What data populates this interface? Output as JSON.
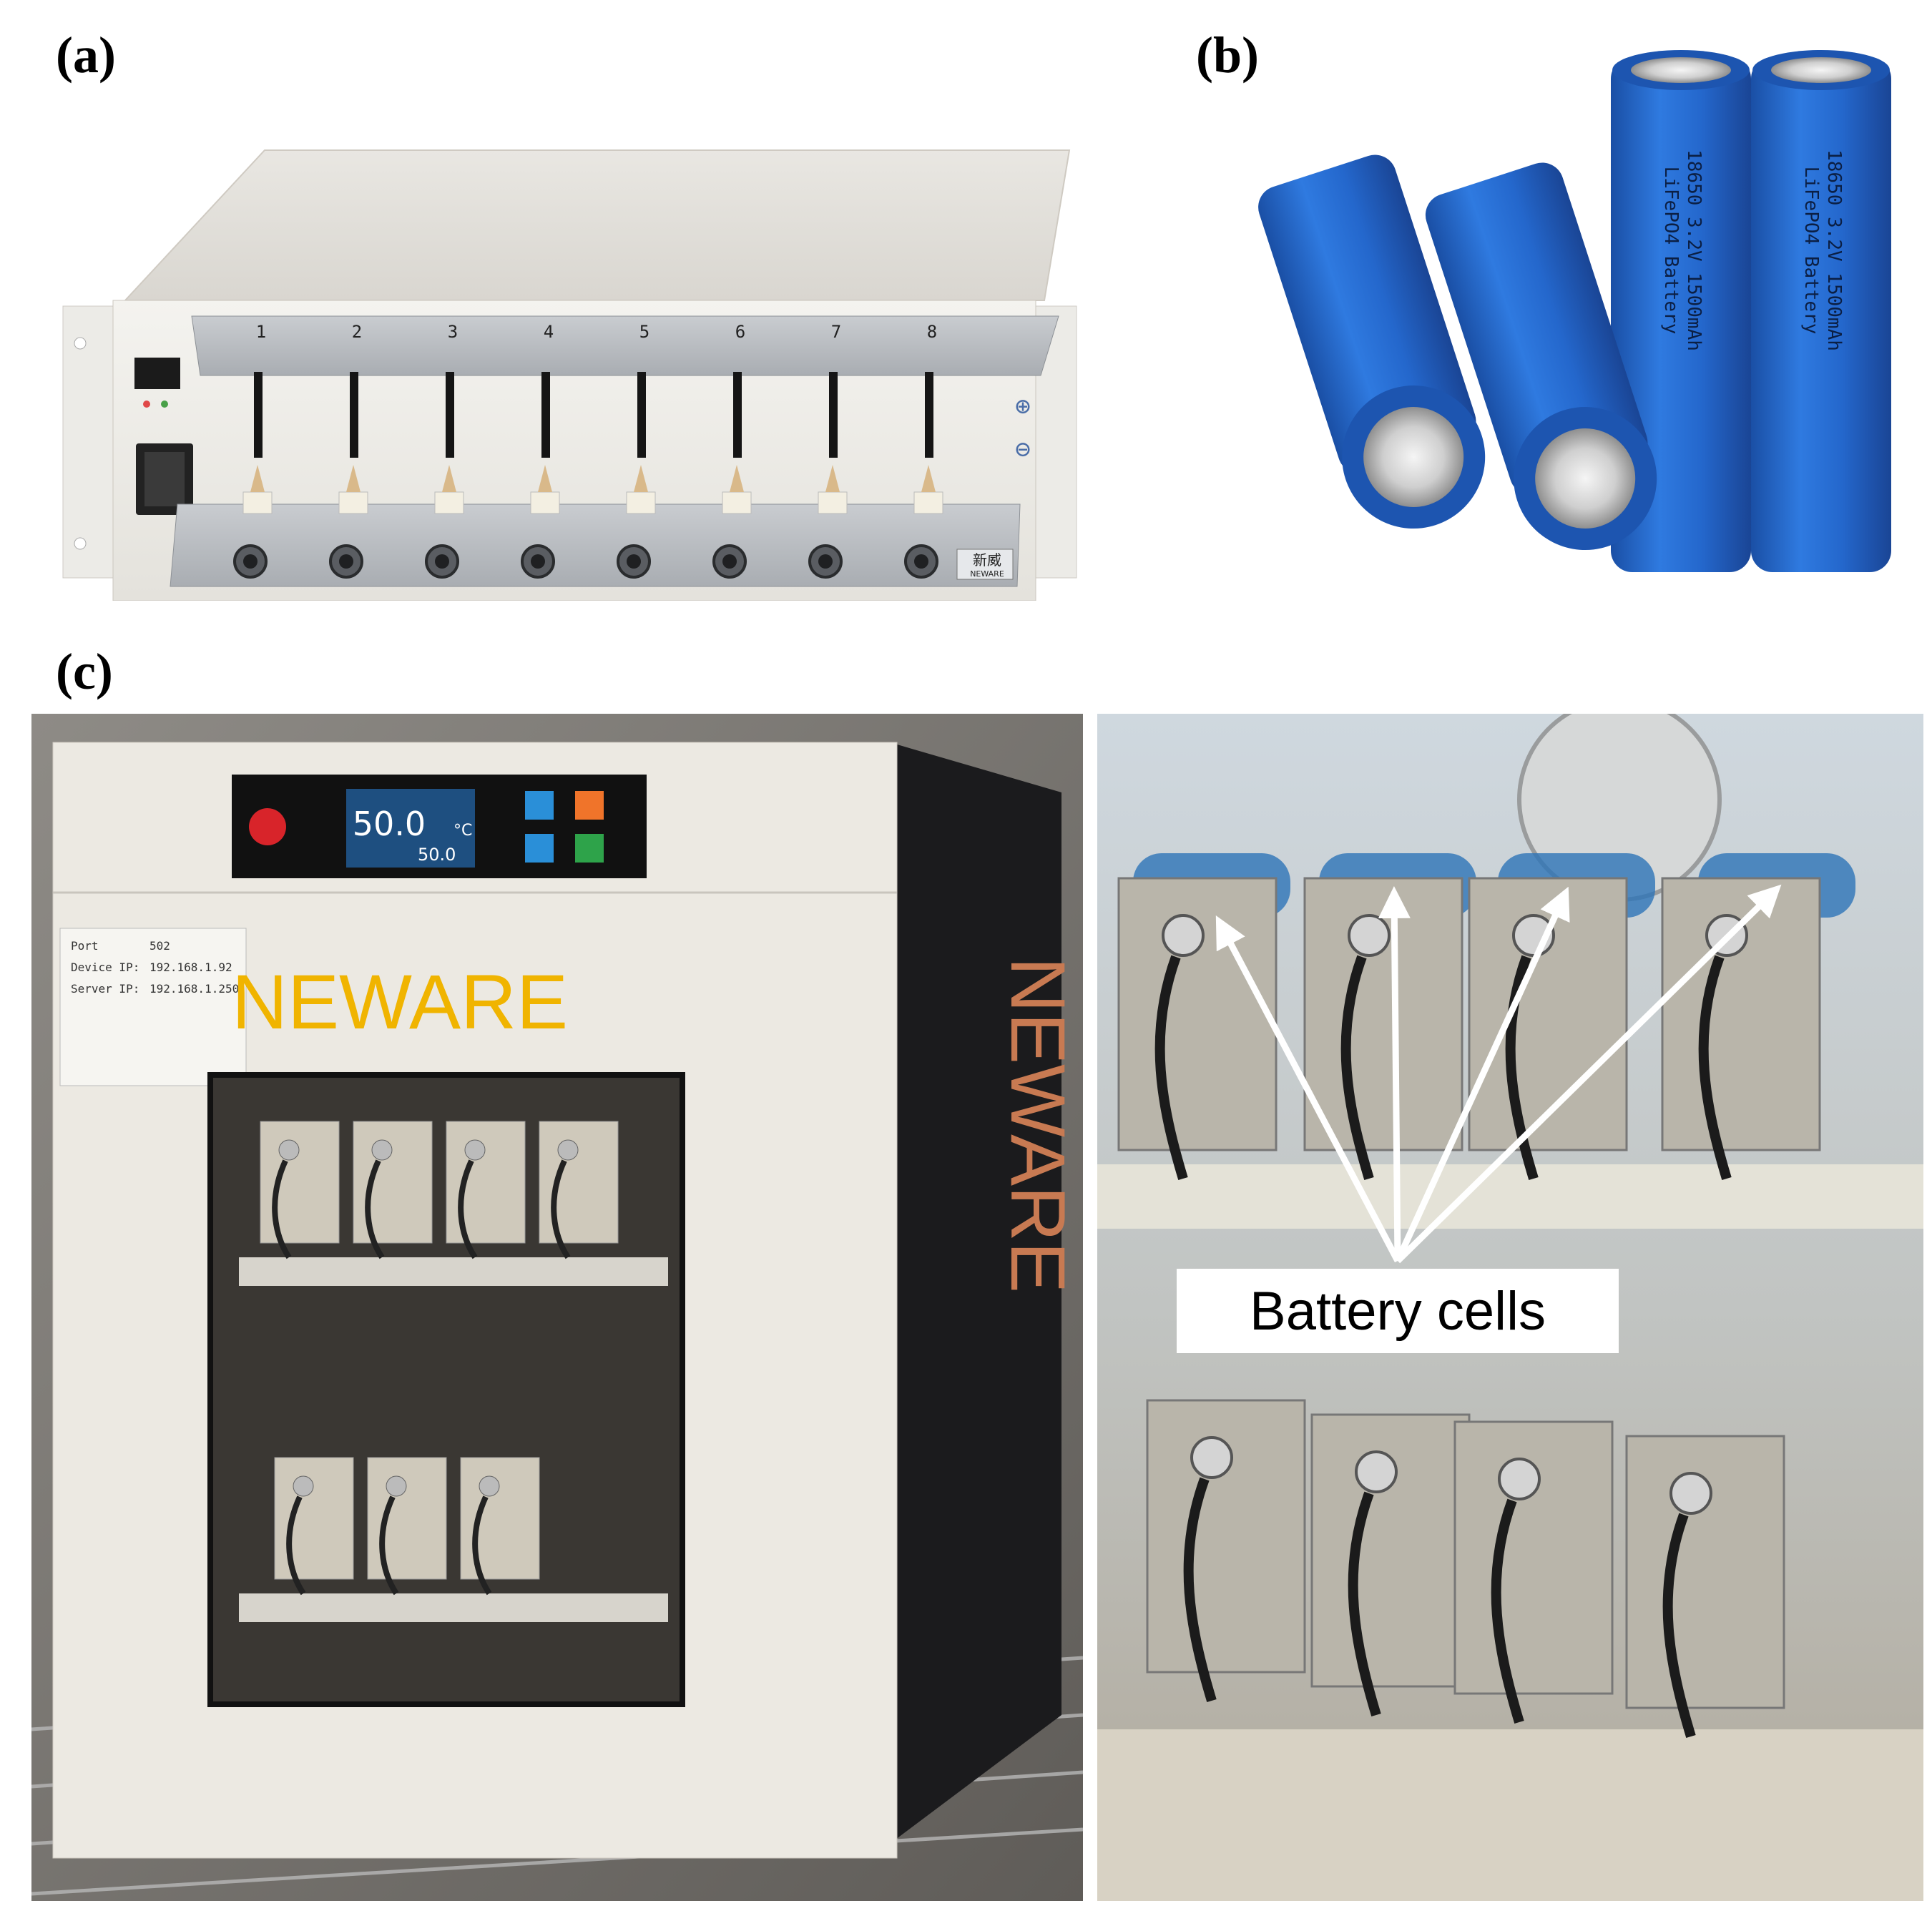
{
  "panels": {
    "a": {
      "label": "(a)"
    },
    "b": {
      "label": "(b)"
    },
    "c": {
      "label": "(c)"
    }
  },
  "tester": {
    "channels": [
      "1",
      "2",
      "3",
      "4",
      "5",
      "6",
      "7",
      "8"
    ],
    "plus_symbol": "⊕",
    "minus_symbol": "⊖",
    "brand_badge": "新威",
    "brand_badge_sub": "NEWARE"
  },
  "batteries": {
    "print_line_1": "18650 3.2V 1500mAh",
    "print_line_2": "LiFePO4 Battery",
    "color": "#1f63c6"
  },
  "chamber": {
    "temperature_main": "50.0",
    "temperature_unit": "°C",
    "temperature_set": "50.0",
    "brand": "NEWARE",
    "side_brand": "NEWARE",
    "info_port_label": "Port",
    "info_port_value": "502",
    "info_device_label": "Device  IP:",
    "info_device_value": "192.168.1.92",
    "info_server_label": "Server  IP:",
    "info_server_value": "192.168.1.250",
    "accent_color": "#f0b400"
  },
  "callout": {
    "text": "Battery cells"
  }
}
